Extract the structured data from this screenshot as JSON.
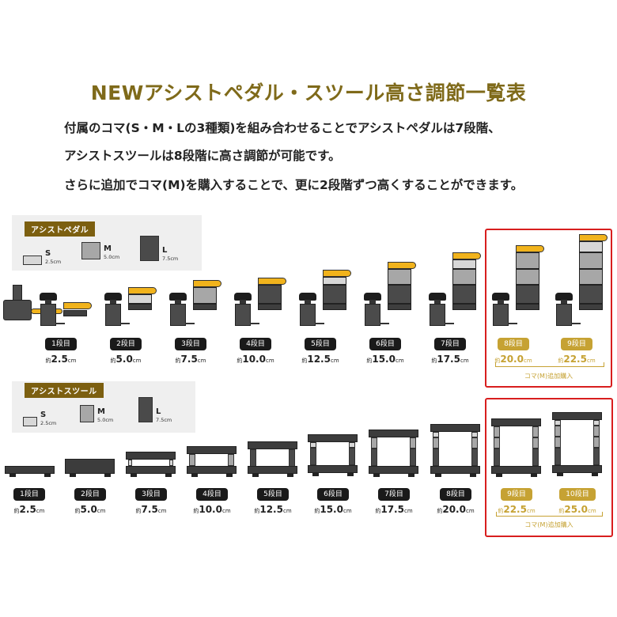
{
  "title": "NEWアシストペダル・スツール高さ調節一覧表",
  "description": [
    "付属のコマ(S・M・Lの3種類)を組み合わせることでアシストペダルは7段階、",
    "アシストスツールは8段階に高さ調節が可能です。",
    "さらに追加でコマ(M)を購入することで、更に2段階ずつ高くすることができます。"
  ],
  "colors": {
    "title": "#7f6a1a",
    "tag": "#7c5f10",
    "pedal_yellow": "#f1b31c",
    "gold_badge": "#c6a233",
    "highlight_border": "#d81e1e",
    "badge_dark": "#1a1a1a"
  },
  "pedal": {
    "tag": "アシストペダル",
    "pieces": [
      {
        "size": "S",
        "height": "2.5cm"
      },
      {
        "size": "M",
        "height": "5.0cm"
      },
      {
        "size": "L",
        "height": "7.5cm"
      }
    ],
    "steps": [
      {
        "label": "1段目",
        "prefix": "約",
        "value": "2.5",
        "unit": "cm"
      },
      {
        "label": "2段目",
        "prefix": "約",
        "value": "5.0",
        "unit": "cm"
      },
      {
        "label": "3段目",
        "prefix": "約",
        "value": "7.5",
        "unit": "cm"
      },
      {
        "label": "4段目",
        "prefix": "約",
        "value": "10.0",
        "unit": "cm"
      },
      {
        "label": "5段目",
        "prefix": "約",
        "value": "12.5",
        "unit": "cm"
      },
      {
        "label": "6段目",
        "prefix": "約",
        "value": "15.0",
        "unit": "cm"
      },
      {
        "label": "7段目",
        "prefix": "約",
        "value": "17.5",
        "unit": "cm"
      },
      {
        "label": "8段目",
        "prefix": "約",
        "value": "20.0",
        "unit": "cm"
      },
      {
        "label": "9段目",
        "prefix": "約",
        "value": "22.5",
        "unit": "cm"
      }
    ],
    "extra_note": "コマ(M)追加購入"
  },
  "stool": {
    "tag": "アシストスツール",
    "pieces": [
      {
        "size": "S",
        "height": "2.5cm"
      },
      {
        "size": "M",
        "height": "5.0cm"
      },
      {
        "size": "L",
        "height": "7.5cm"
      }
    ],
    "steps": [
      {
        "label": "1段目",
        "prefix": "約",
        "value": "2.5",
        "unit": "cm"
      },
      {
        "label": "2段目",
        "prefix": "約",
        "value": "5.0",
        "unit": "cm"
      },
      {
        "label": "3段目",
        "prefix": "約",
        "value": "7.5",
        "unit": "cm"
      },
      {
        "label": "4段目",
        "prefix": "約",
        "value": "10.0",
        "unit": "cm"
      },
      {
        "label": "5段目",
        "prefix": "約",
        "value": "12.5",
        "unit": "cm"
      },
      {
        "label": "6段目",
        "prefix": "約",
        "value": "15.0",
        "unit": "cm"
      },
      {
        "label": "7段目",
        "prefix": "約",
        "value": "17.5",
        "unit": "cm"
      },
      {
        "label": "8段目",
        "prefix": "約",
        "value": "20.0",
        "unit": "cm"
      },
      {
        "label": "9段目",
        "prefix": "約",
        "value": "22.5",
        "unit": "cm"
      },
      {
        "label": "10段目",
        "prefix": "約",
        "value": "25.0",
        "unit": "cm"
      }
    ],
    "extra_note": "コマ(M)追加購入"
  }
}
